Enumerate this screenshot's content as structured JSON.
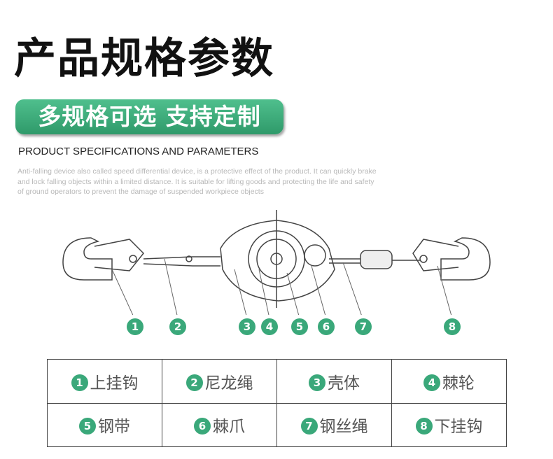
{
  "title": "产品规格参数",
  "banner": "多规格可选 支持定制",
  "subtitle_en": "PRODUCT SPECIFICATIONS AND PARAMETERS",
  "description": "Anti-falling device also called speed differential device, is a protective effect of the product. It can quickly brake and lock falling objects within a limited distance. It is suitable for lifting goods and protecting the life and safety of ground operators to prevent the damage of suspended workpiece objects",
  "accent": "#3aa87a",
  "parts": [
    {
      "n": "1",
      "label": "上挂钩"
    },
    {
      "n": "2",
      "label": "尼龙绳"
    },
    {
      "n": "3",
      "label": "壳体"
    },
    {
      "n": "4",
      "label": "棘轮"
    },
    {
      "n": "5",
      "label": "钢带"
    },
    {
      "n": "6",
      "label": "棘爪"
    },
    {
      "n": "7",
      "label": "钢丝绳"
    },
    {
      "n": "8",
      "label": "下挂钩"
    }
  ]
}
